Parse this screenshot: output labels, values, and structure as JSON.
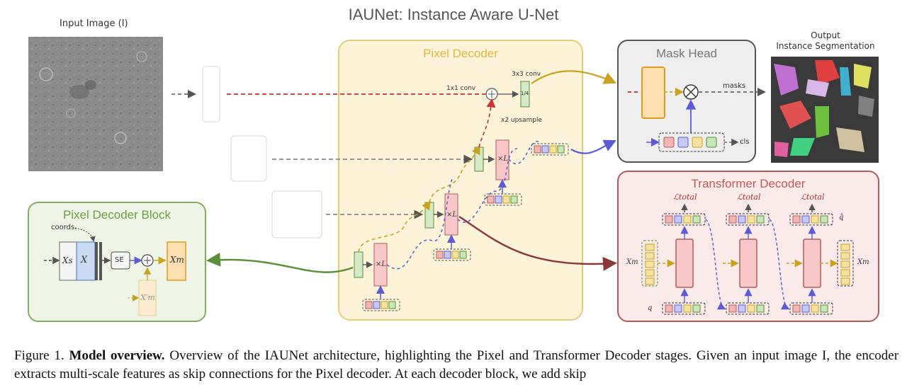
{
  "figure": {
    "title": "IAUNet: Instance Aware U-Net",
    "input_label": "Input Image (I)",
    "output_label_line1": "Output",
    "output_label_line2": "Instance Segmentation",
    "pixel_decoder": {
      "title": "Pixel Decoder",
      "conv1x1": "1x1 conv",
      "conv3x3": "3x3 conv",
      "scale": "1/4",
      "upsample": "x2 upsample",
      "xL": "×L"
    },
    "mask_head": {
      "title": "Mask Head",
      "masks": "masks",
      "cls": "cls"
    },
    "transformer_decoder": {
      "title": "Transformer Decoder",
      "loss": "ℒtotal",
      "q_hat": "q̂",
      "q": "q",
      "xm": "Xm"
    },
    "pixel_decoder_block": {
      "title": "Pixel Decoder Block",
      "coords": "coords.",
      "xs": "Xs",
      "x": "X",
      "se": "SE",
      "xm": "Xm",
      "xm_prime": "X′m"
    }
  },
  "caption": {
    "prefix": "Figure 1.",
    "bold": "Model overview.",
    "text": "Overview of the IAUNet architecture, highlighting the Pixel and Transformer Decoder stages. Given an input image I, the encoder extracts multi-scale features as skip connections for the Pixel decoder. At each decoder block, we add skip"
  },
  "colors": {
    "pixel_decoder_bg": "#fdf3d8",
    "pixel_decoder_border": "#e6cb77",
    "mask_head_bg": "#eeeeee",
    "mask_head_border": "#555555",
    "transformer_bg": "#fbeaea",
    "transformer_border": "#b45a5a",
    "block_bg": "#eef5e6",
    "block_border": "#80b060",
    "red_arrow": "#c83232",
    "gold_arrow": "#c9a320",
    "blue_arrow": "#5b5bd6",
    "green_arrow": "#5b8f3a",
    "dark_red_arrow": "#8b3a3a"
  }
}
